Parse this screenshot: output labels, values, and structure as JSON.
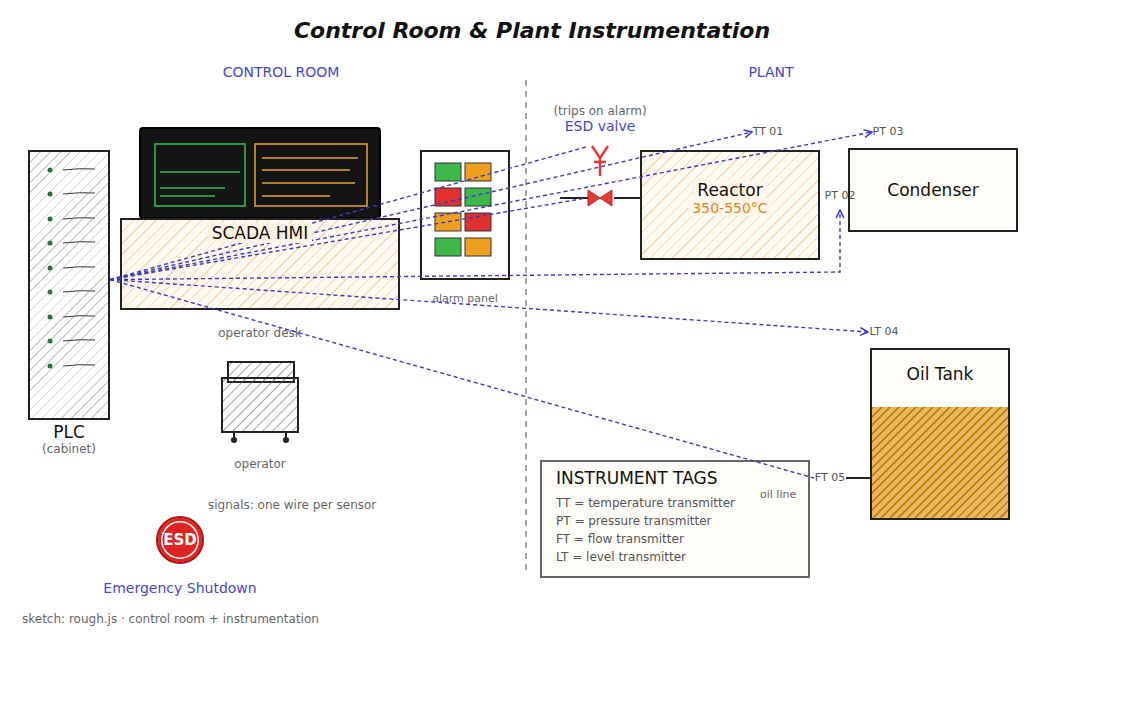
{
  "diagram": {
    "title": "Control Room & Plant Instrumentation",
    "caption": "sketch: rough.js · control room + instrumentation",
    "nodes": [
      {
        "text": [
          "PLC",
          "(cabinet)"
        ]
      },
      {
        "text": [
          "SCADA HMI",
          "operator desk"
        ]
      },
      {
        "text": [
          "alarm panel"
        ]
      },
      {
        "text": [
          "operator"
        ]
      },
      {
        "text": [
          "ESD",
          "Emergency Shutdown"
        ]
      },
      {
        "text": [
          "(trips on alarm)",
          "ESD valve"
        ]
      },
      {
        "text": [
          "Reactor",
          "350-550°C"
        ]
      },
      {
        "text": [
          "TT 01"
        ]
      },
      {
        "text": [
          "Condenser"
        ]
      },
      {
        "text": [
          "PT 03"
        ]
      },
      {
        "text": [
          "PT 02"
        ]
      },
      {
        "text": [
          "Oil Tank"
        ]
      },
      {
        "text": [
          "LT 04"
        ]
      },
      {
        "text": [
          "INSTRUMENT TAGS",
          "TT = temperature transmitter",
          "PT = pressure transmitter",
          "FT = flow transmitter",
          "LT = level transmitter"
        ]
      },
      {
        "text": [
          "FT 05"
        ]
      }
    ],
    "edges": [
      {
        "from": 0,
        "to": 5,
        "arrow": "none"
      },
      {
        "from": 0,
        "to": 5,
        "arrow": "none"
      },
      {
        "from": 0,
        "to": 7,
        "arrow": "to"
      },
      {
        "from": 0,
        "to": 9,
        "arrow": "to"
      },
      {
        "from": 0,
        "to": 10,
        "arrow": "to"
      },
      {
        "from": 0,
        "to": 12,
        "arrow": "to"
      },
      {
        "from": 0,
        "to": 14,
        "arrow": "none"
      },
      {
        "from": 5,
        "to": 6,
        "arrow": "none"
      },
      {
        "from": 14,
        "to": 11,
        "arrow": "none"
      }
    ],
    "labels": [
      "CONTROL ROOM",
      "PLANT",
      "oil line",
      "signals: one wire per sensor"
    ]
  }
}
